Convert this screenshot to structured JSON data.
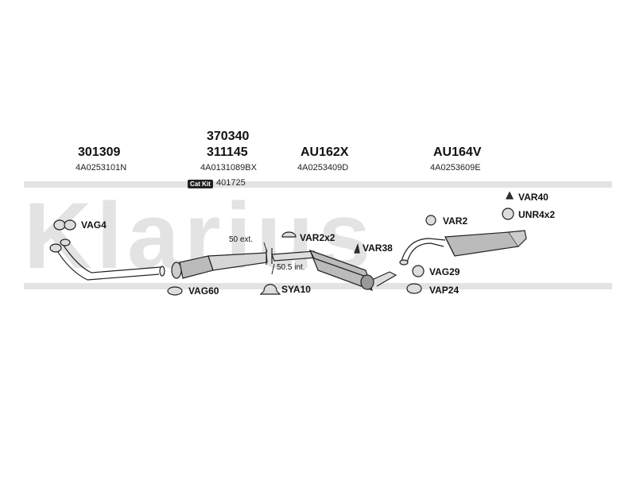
{
  "watermark": {
    "text": "Klarius"
  },
  "groups": [
    {
      "part": "301309",
      "code": "4A0253101N"
    },
    {
      "part_top": "370340",
      "part": "311145",
      "code": "4A0131089BX",
      "cat_kit_label": "Cat Kit",
      "cat_kit_code": "401725"
    },
    {
      "part": "AU162X",
      "code": "4A0253409D"
    },
    {
      "part": "AU164V",
      "code": "4A0253609E"
    }
  ],
  "fittings": {
    "vag4": "VAG4",
    "vag60": "VAG60",
    "sya10": "SYA10",
    "var2x2": "VAR2x2",
    "var38": "VAR38",
    "var2": "VAR2",
    "var40": "VAR40",
    "unr4x2": "UNR4x2",
    "vag29": "VAG29",
    "vap24": "VAP24"
  },
  "dimensions": {
    "ext": "50 ext.",
    "int": "50.5 int."
  }
}
